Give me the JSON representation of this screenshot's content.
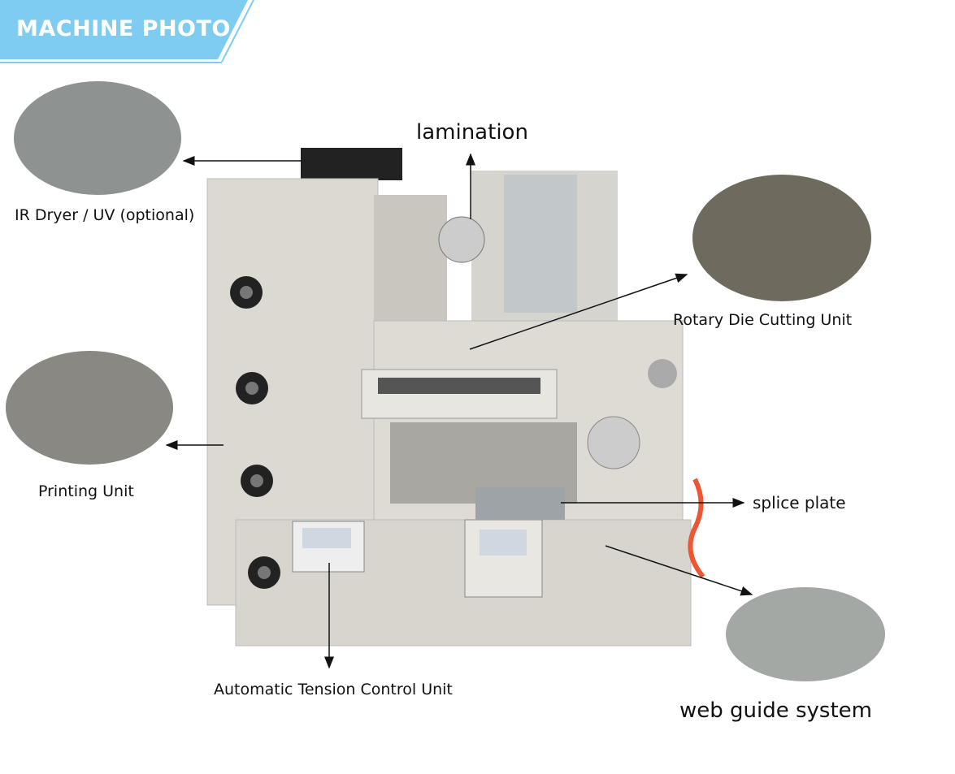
{
  "header": {
    "title": "MACHINE PHOTO",
    "color": "#7ecdf1"
  },
  "labels": {
    "lamination": "lamination",
    "ir_dryer": "IR Dryer / UV (optional)",
    "rotary_die": "Rotary Die Cutting Unit",
    "printing_unit": "Printing Unit",
    "splice_plate": "splice plate",
    "tension_control": "Automatic Tension Control Unit",
    "web_guide": "web guide system"
  },
  "colors": {
    "machine_body": "#d9d6cf",
    "arrow": "#111111"
  }
}
